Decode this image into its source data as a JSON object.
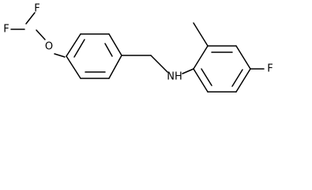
{
  "molecule": {
    "atoms": {
      "f_top": "F",
      "f_bottom": "F",
      "oxygen": "O",
      "amine": "NH",
      "f_ring": "F"
    },
    "colors": {
      "bond": "#000000",
      "label": "#000000",
      "background": "#ffffff"
    }
  }
}
